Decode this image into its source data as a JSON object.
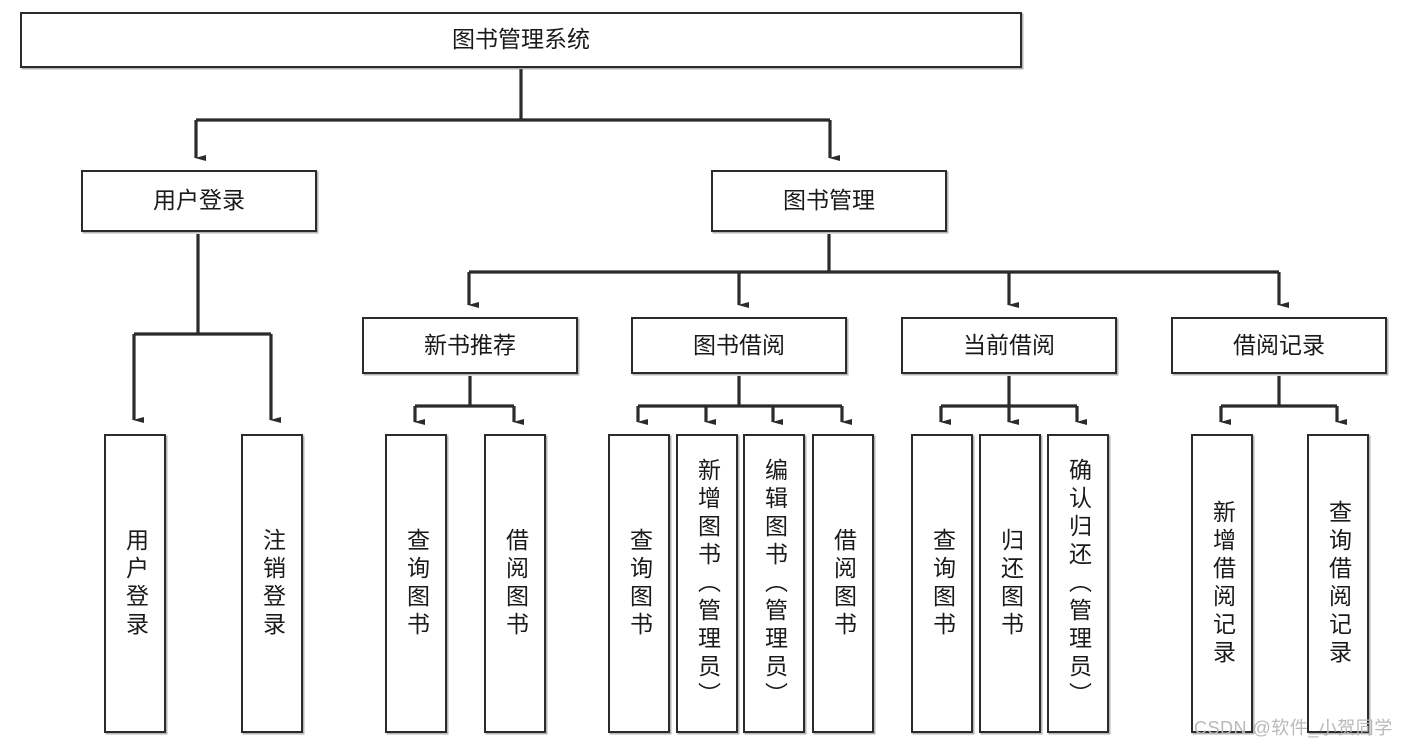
{
  "diagram": {
    "type": "tree",
    "title": "图书管理系统",
    "orientation": "top-down",
    "levels": 4,
    "root": {
      "id": "root",
      "label": "图书管理系统"
    },
    "level2": [
      {
        "id": "user-login",
        "label": "用户登录"
      },
      {
        "id": "book-manage",
        "label": "图书管理"
      }
    ],
    "level3": [
      {
        "id": "new-book-recommend",
        "label": "新书推荐",
        "parent": "book-manage"
      },
      {
        "id": "book-borrow",
        "label": "图书借阅",
        "parent": "book-manage"
      },
      {
        "id": "current-borrow",
        "label": "当前借阅",
        "parent": "book-manage"
      },
      {
        "id": "borrow-record",
        "label": "借阅记录",
        "parent": "book-manage"
      }
    ],
    "leaves": {
      "user-login": [
        {
          "id": "leaf-user-login",
          "label": "用户登录"
        },
        {
          "id": "leaf-user-logout",
          "label": "注销登录"
        }
      ],
      "new-book-recommend": [
        {
          "id": "leaf-query-book-1",
          "label": "查询图书"
        },
        {
          "id": "leaf-borrow-book-1",
          "label": "借阅图书"
        }
      ],
      "book-borrow": [
        {
          "id": "leaf-query-book-2",
          "label": "查询图书"
        },
        {
          "id": "leaf-add-book",
          "label": "新增图书（管理员）"
        },
        {
          "id": "leaf-edit-book",
          "label": "编辑图书（管理员）"
        },
        {
          "id": "leaf-borrow-book-2",
          "label": "借阅图书"
        }
      ],
      "current-borrow": [
        {
          "id": "leaf-query-book-3",
          "label": "查询图书"
        },
        {
          "id": "leaf-return-book",
          "label": "归还图书"
        },
        {
          "id": "leaf-confirm-return",
          "label": "确认归还（管理员）"
        }
      ],
      "borrow-record": [
        {
          "id": "leaf-add-record",
          "label": "新增借阅记录"
        },
        {
          "id": "leaf-query-record",
          "label": "查询借阅记录"
        }
      ]
    }
  },
  "watermark": {
    "text": "CSDN @软件_小贺同学"
  },
  "colors": {
    "border": "#2b2b2b",
    "background": "#ffffff",
    "text": "#1a1a1a",
    "watermark": "#b9b9b9"
  }
}
